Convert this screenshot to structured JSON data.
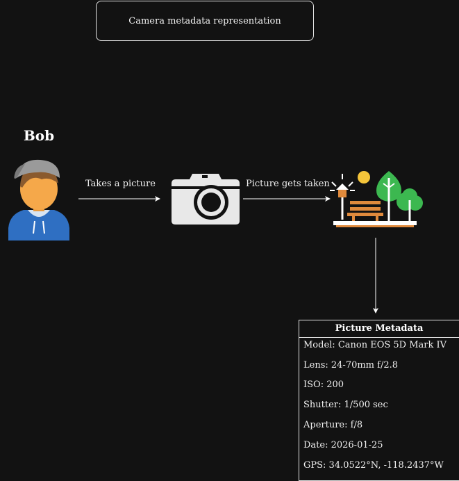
{
  "title": "Camera metadata representation",
  "actor": {
    "name": "Bob",
    "icon": "person-with-cap-icon"
  },
  "nodes": {
    "camera_icon": "camera-icon",
    "scene_icon": "park-scene-icon"
  },
  "edges": {
    "takes_picture": "Takes a picture",
    "picture_taken": "Picture gets taken"
  },
  "metadata": {
    "header": "Picture Metadata",
    "rows": [
      "Model: Canon EOS 5D Mark IV",
      "Lens: 24-70mm f/2.8",
      "ISO: 200",
      "Shutter: 1/500 sec",
      "Aperture: f/8",
      "Date: 2026-01-25",
      "GPS: 34.0522°N, -118.2437°W"
    ]
  },
  "colors": {
    "background": "#121212",
    "stroke": "#ffffff",
    "hoodie": "#2f6fc2",
    "skin": "#f5a84a",
    "tree_green": "#3cb850",
    "bench": "#e08a3c",
    "sun": "#f5c53a"
  }
}
